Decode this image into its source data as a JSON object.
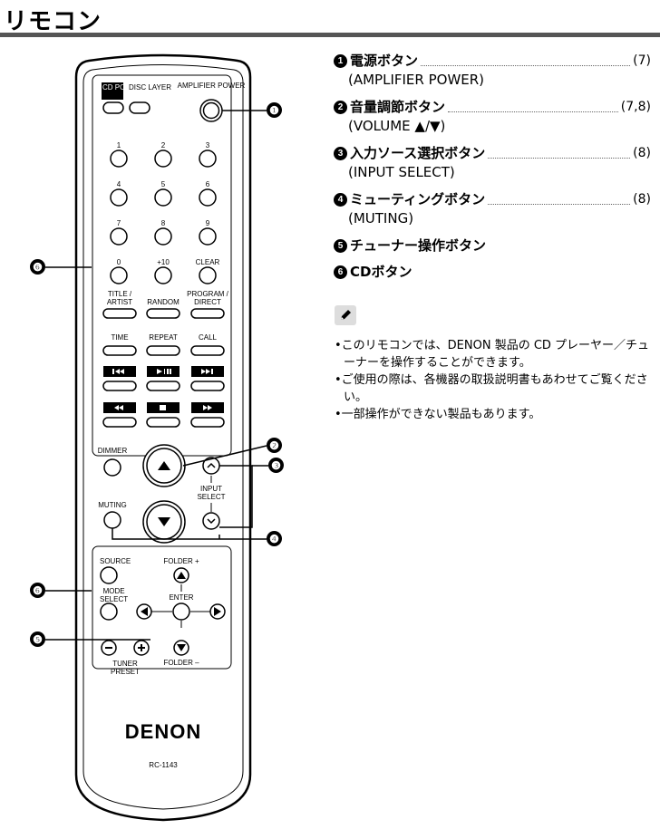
{
  "page": {
    "title": "リモコン"
  },
  "remote": {
    "brand": "DENON",
    "model": "RC-1143",
    "labels": {
      "cd_power": "CD\nPOWER",
      "disc_layer": "DISC\nLAYER",
      "amp_power": "AMPLIFIER\nPOWER",
      "n1": "1",
      "n2": "2",
      "n3": "3",
      "n4": "4",
      "n5": "5",
      "n6": "6",
      "n7": "7",
      "n8": "8",
      "n9": "9",
      "n0": "0",
      "plus10": "+10",
      "clear": "CLEAR",
      "title_artist": "TITLE /\nARTIST",
      "random": "RANDOM",
      "program_direct": "PROGRAM /\nDIRECT",
      "time": "TIME",
      "repeat": "REPEAT",
      "call": "CALL",
      "dimmer": "DIMMER",
      "muting": "MUTING",
      "input_select": "INPUT\nSELECT",
      "source": "SOURCE",
      "mode_select": "MODE\nSELECT",
      "folder_plus": "FOLDER +",
      "enter": "ENTER",
      "folder_minus": "FOLDER –",
      "tuner_preset": "TUNER\nPRESET"
    },
    "callouts": [
      "❶",
      "❷",
      "❸",
      "❹",
      "❺",
      "❻"
    ]
  },
  "features": [
    {
      "num": "1",
      "name": "電源ボタン",
      "ref": "(7)",
      "sub": "(AMPLIFIER POWER)"
    },
    {
      "num": "2",
      "name": "音量調節ボタン",
      "ref": "(7,8)",
      "sub": "(VOLUME ▲/▼)"
    },
    {
      "num": "3",
      "name": "入力ソース選択ボタン",
      "ref": "(8)",
      "sub": "(INPUT SELECT)"
    },
    {
      "num": "4",
      "name": "ミューティングボタン",
      "ref": "(8)",
      "sub": "(MUTING)"
    },
    {
      "num": "5",
      "name": "チューナー操作ボタン",
      "ref": "",
      "sub": ""
    },
    {
      "num": "6",
      "name": "CDボタン",
      "ref": "",
      "sub": ""
    }
  ],
  "notes": [
    "•このリモコンでは、DENON 製品の CD プレーヤー／チューナーを操作することができます。",
    "•ご使用の際は、各機器の取扱説明書もあわせてご覧ください。",
    "•一部操作ができない製品もあります。"
  ],
  "icons": {
    "note": "pencil-icon"
  }
}
